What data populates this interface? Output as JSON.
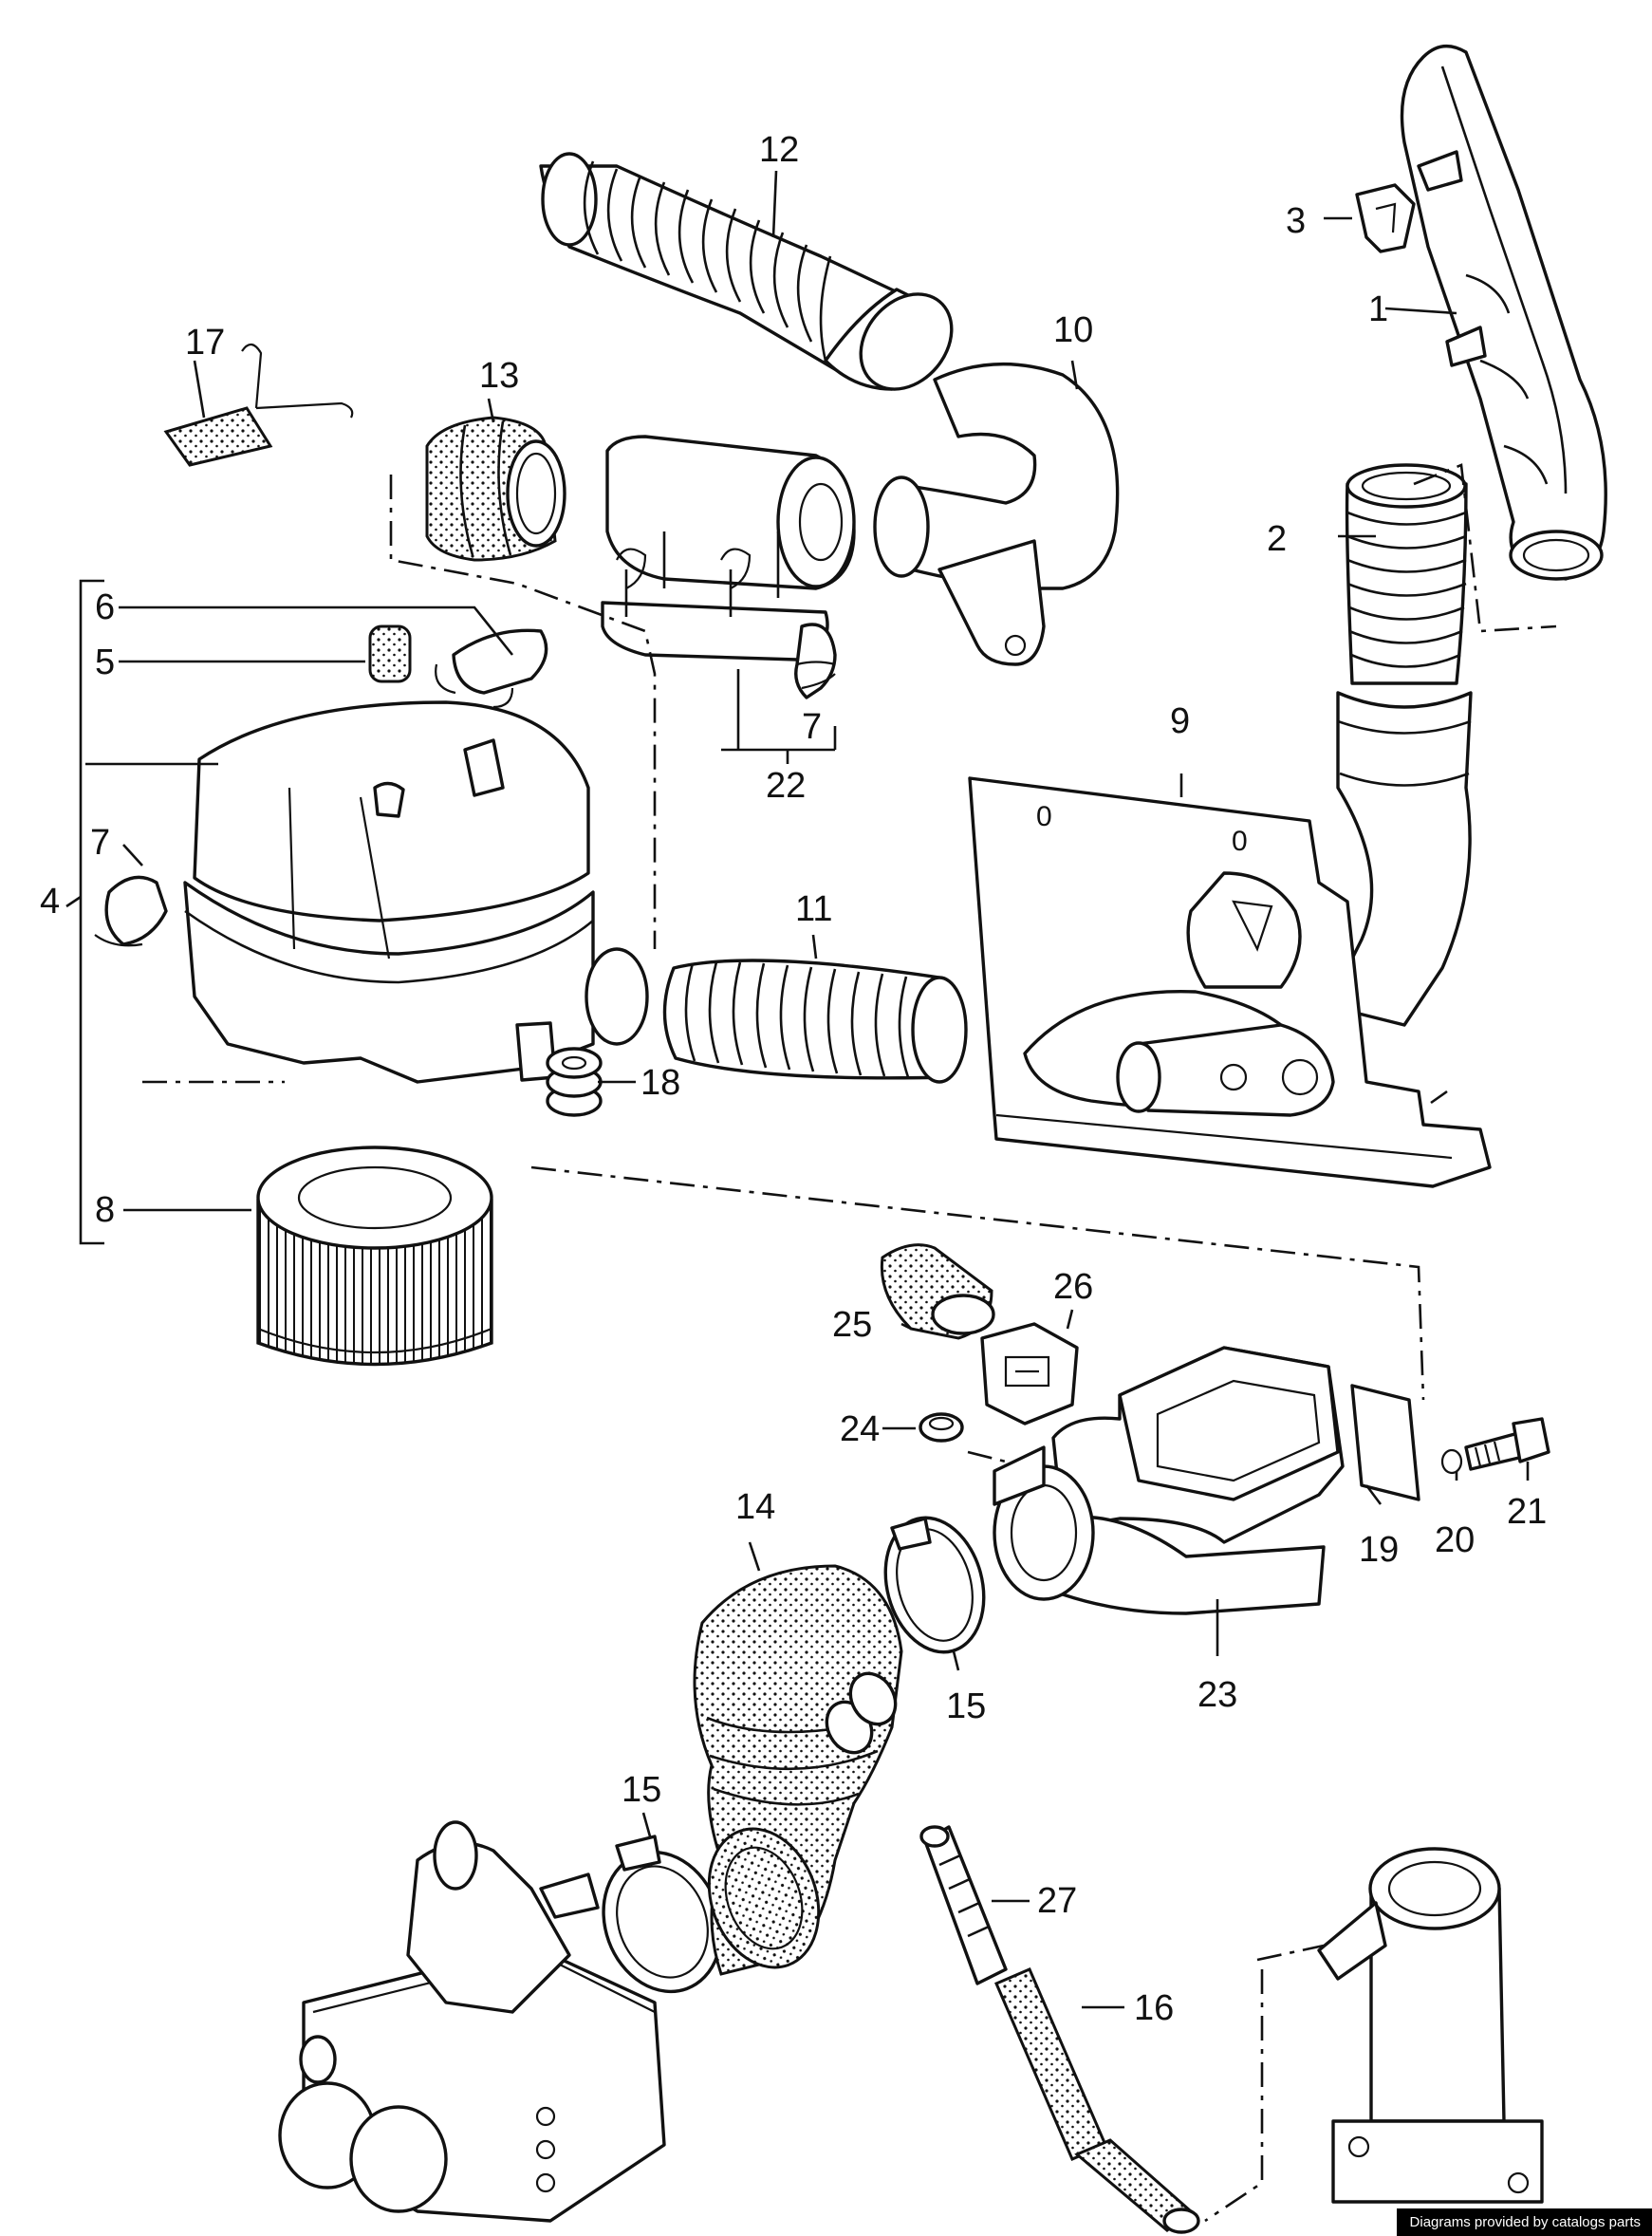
{
  "callouts": {
    "c1": "1",
    "c2": "2",
    "c3": "3",
    "c4": "4",
    "c5": "5",
    "c6": "6",
    "c7a": "7",
    "c7b": "7",
    "c8": "8",
    "c9": "9",
    "c10": "10",
    "c11": "11",
    "c12": "12",
    "c13": "13",
    "c14": "14",
    "c15a": "15",
    "c15b": "15",
    "c16": "16",
    "c17": "17",
    "c18": "18",
    "c19": "19",
    "c20": "20",
    "c21": "21",
    "c22": "22",
    "c23": "23",
    "c24": "24",
    "c25": "25",
    "c26": "26",
    "c27": "27"
  },
  "panel_marks": {
    "m1": "0",
    "m2": "0"
  },
  "credit": "Diagrams provided by catalogs parts"
}
